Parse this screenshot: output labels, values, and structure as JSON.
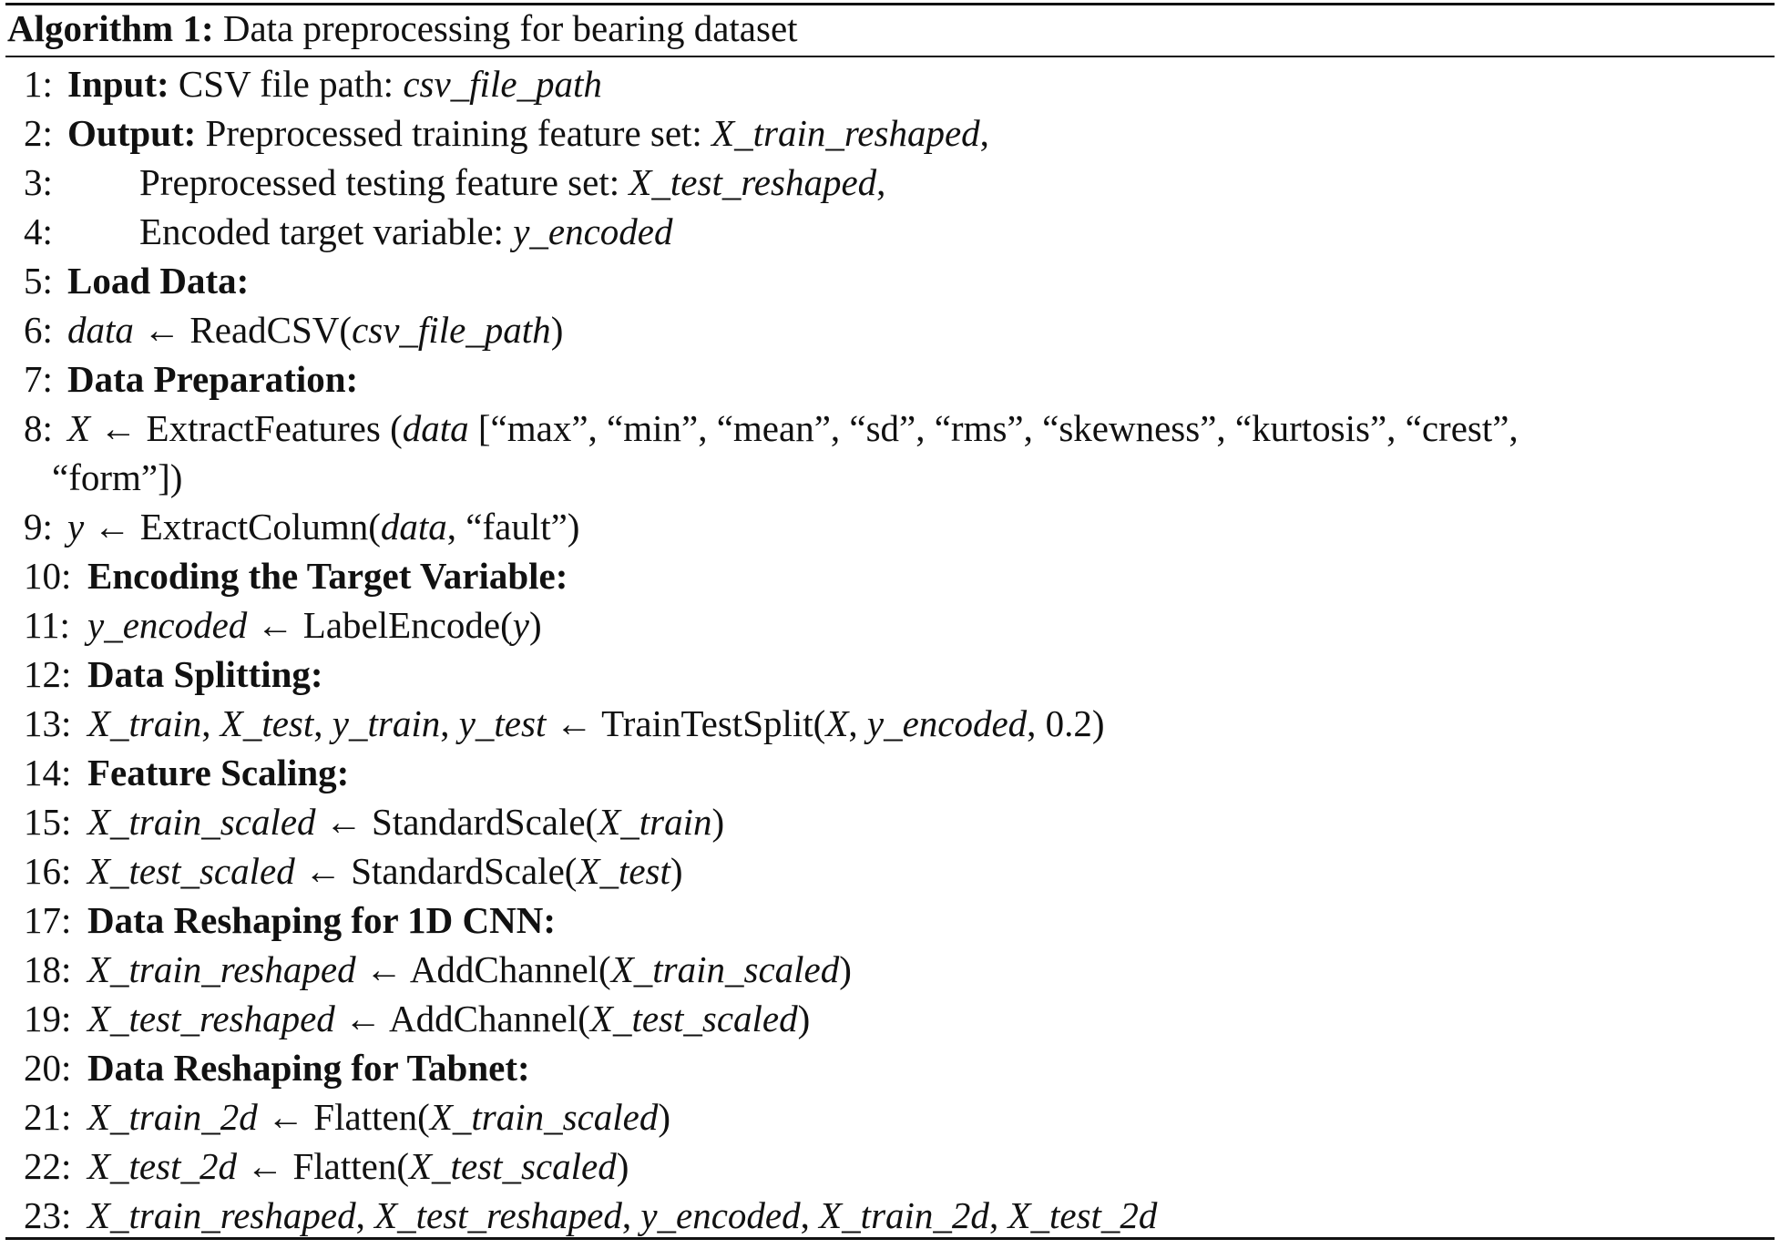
{
  "header": {
    "label": "Algorithm 1:",
    "title": "Data preprocessing for bearing dataset"
  },
  "lines": [
    {
      "n": "1:",
      "parts": [
        {
          "t": "Input:",
          "s": "b"
        },
        {
          "t": " CSV file path: "
        },
        {
          "t": "csv_file_path",
          "s": "i"
        }
      ]
    },
    {
      "n": "2:",
      "parts": [
        {
          "t": "Output:",
          "s": "b"
        },
        {
          "t": " Preprocessed training feature set: "
        },
        {
          "t": "X_train_reshaped",
          "s": "i"
        },
        {
          "t": ","
        }
      ]
    },
    {
      "n": "3:",
      "indent": true,
      "parts": [
        {
          "t": "Preprocessed testing feature set: "
        },
        {
          "t": "X_test_reshaped",
          "s": "i"
        },
        {
          "t": ","
        }
      ]
    },
    {
      "n": "4:",
      "indent": true,
      "parts": [
        {
          "t": "Encoded target variable: "
        },
        {
          "t": "y_encoded",
          "s": "i"
        }
      ]
    },
    {
      "n": "5:",
      "parts": [
        {
          "t": "Load Data:",
          "s": "b"
        }
      ]
    },
    {
      "n": "6:",
      "parts": [
        {
          "t": "data",
          "s": "i"
        },
        {
          "t": " ← ReadCSV("
        },
        {
          "t": "csv_file_path",
          "s": "i"
        },
        {
          "t": ")"
        }
      ]
    },
    {
      "n": "7:",
      "parts": [
        {
          "t": "Data Preparation:",
          "s": "b"
        }
      ]
    },
    {
      "n": "8:",
      "double": true,
      "parts": [
        {
          "t": "X",
          "s": "i"
        },
        {
          "t": " ← ExtractFeatures ("
        },
        {
          "t": "data",
          "s": "i"
        },
        {
          "t": " [“max”, “min”, “mean”, “sd”, “rms”, “skewness”, “kurtosis”, “crest”,"
        }
      ],
      "cont": [
        {
          "t": "“form”])"
        }
      ]
    },
    {
      "n": "9:",
      "parts": [
        {
          "t": "y",
          "s": "i"
        },
        {
          "t": " ← ExtractColumn("
        },
        {
          "t": "data",
          "s": "i"
        },
        {
          "t": ", “fault”)"
        }
      ]
    },
    {
      "n": "10:",
      "parts": [
        {
          "t": "Encoding the Target Variable:",
          "s": "b"
        }
      ]
    },
    {
      "n": "11:",
      "parts": [
        {
          "t": "y_encoded",
          "s": "i"
        },
        {
          "t": " ← LabelEncode("
        },
        {
          "t": "y",
          "s": "i"
        },
        {
          "t": ")"
        }
      ]
    },
    {
      "n": "12:",
      "parts": [
        {
          "t": "Data Splitting:",
          "s": "b"
        }
      ]
    },
    {
      "n": "13:",
      "parts": [
        {
          "t": "X_train",
          "s": "i"
        },
        {
          "t": ",  "
        },
        {
          "t": "X_test",
          "s": "i"
        },
        {
          "t": ",  "
        },
        {
          "t": "y_train",
          "s": "i"
        },
        {
          "t": ",  "
        },
        {
          "t": "y_test",
          "s": "i"
        },
        {
          "t": " ← TrainTestSplit("
        },
        {
          "t": "X",
          "s": "i"
        },
        {
          "t": ",  "
        },
        {
          "t": "y_encoded",
          "s": "i"
        },
        {
          "t": ",  0.2)"
        }
      ]
    },
    {
      "n": "14:",
      "parts": [
        {
          "t": "Feature Scaling:",
          "s": "b"
        }
      ]
    },
    {
      "n": "15:",
      "parts": [
        {
          "t": "X_train_scaled",
          "s": "i"
        },
        {
          "t": " ← StandardScale("
        },
        {
          "t": "X_train",
          "s": "i"
        },
        {
          "t": ")"
        }
      ]
    },
    {
      "n": "16:",
      "parts": [
        {
          "t": "X_test_scaled",
          "s": "i"
        },
        {
          "t": " ← StandardScale("
        },
        {
          "t": "X_test",
          "s": "i"
        },
        {
          "t": ")"
        }
      ]
    },
    {
      "n": "17:",
      "parts": [
        {
          "t": "Data Reshaping for 1D CNN:",
          "s": "b"
        }
      ]
    },
    {
      "n": "18:",
      "parts": [
        {
          "t": "X_train_reshaped",
          "s": "i"
        },
        {
          "t": " ← AddChannel("
        },
        {
          "t": "X_train_scaled",
          "s": "i"
        },
        {
          "t": ")"
        }
      ]
    },
    {
      "n": "19:",
      "parts": [
        {
          "t": "X_test_reshaped",
          "s": "i"
        },
        {
          "t": " ← AddChannel("
        },
        {
          "t": "X_test_scaled",
          "s": "i"
        },
        {
          "t": ")"
        }
      ]
    },
    {
      "n": "20:",
      "parts": [
        {
          "t": "Data Reshaping for Tabnet:",
          "s": "b"
        }
      ]
    },
    {
      "n": "21:",
      "parts": [
        {
          "t": "X_train_2d",
          "s": "i"
        },
        {
          "t": " ← Flatten("
        },
        {
          "t": "X_train_scaled",
          "s": "i"
        },
        {
          "t": ")"
        }
      ]
    },
    {
      "n": "22:",
      "parts": [
        {
          "t": "X_test_2d",
          "s": "i"
        },
        {
          "t": " ← Flatten("
        },
        {
          "t": "X_test_scaled",
          "s": "i"
        },
        {
          "t": ")"
        }
      ]
    },
    {
      "n": "23:",
      "parts": [
        {
          "t": "X_train_reshaped",
          "s": "i"
        },
        {
          "t": ",  "
        },
        {
          "t": "X_test_reshaped",
          "s": "i"
        },
        {
          "t": ",  "
        },
        {
          "t": "y_encoded",
          "s": "i"
        },
        {
          "t": ",  "
        },
        {
          "t": "X_train_2d",
          "s": "i"
        },
        {
          "t": ",  "
        },
        {
          "t": "X_test_2d",
          "s": "i"
        }
      ]
    }
  ]
}
